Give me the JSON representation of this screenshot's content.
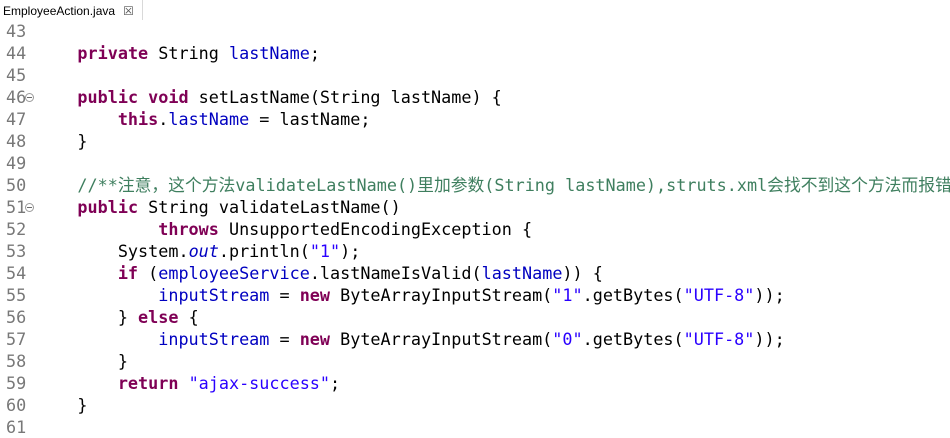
{
  "tab": {
    "title": "EmployeeAction.java",
    "close_symbol": "☒"
  },
  "lines": [
    {
      "num": "43",
      "fold": false,
      "tokens": []
    },
    {
      "num": "44",
      "fold": false,
      "tokens": [
        {
          "t": "    ",
          "c": "plain"
        },
        {
          "t": "private",
          "c": "kw"
        },
        {
          "t": " String ",
          "c": "plain"
        },
        {
          "t": "lastName",
          "c": "fld"
        },
        {
          "t": ";",
          "c": "plain"
        }
      ]
    },
    {
      "num": "45",
      "fold": false,
      "tokens": []
    },
    {
      "num": "46",
      "fold": true,
      "tokens": [
        {
          "t": "    ",
          "c": "plain"
        },
        {
          "t": "public",
          "c": "kw"
        },
        {
          "t": " ",
          "c": "plain"
        },
        {
          "t": "void",
          "c": "kw"
        },
        {
          "t": " setLastName(String lastName) {",
          "c": "plain"
        }
      ]
    },
    {
      "num": "47",
      "fold": false,
      "tokens": [
        {
          "t": "        ",
          "c": "plain"
        },
        {
          "t": "this",
          "c": "kw"
        },
        {
          "t": ".",
          "c": "plain"
        },
        {
          "t": "lastName",
          "c": "fld"
        },
        {
          "t": " = lastName;",
          "c": "plain"
        }
      ]
    },
    {
      "num": "48",
      "fold": false,
      "tokens": [
        {
          "t": "    }",
          "c": "plain"
        }
      ]
    },
    {
      "num": "49",
      "fold": false,
      "tokens": []
    },
    {
      "num": "50",
      "fold": false,
      "tokens": [
        {
          "t": "    ",
          "c": "plain"
        },
        {
          "t": "//**注意，这个方法validateLastName()里加参数(String lastName),struts.xml会找不到这个方法而报错**",
          "c": "cmt"
        }
      ]
    },
    {
      "num": "51",
      "fold": true,
      "tokens": [
        {
          "t": "    ",
          "c": "plain"
        },
        {
          "t": "public",
          "c": "kw"
        },
        {
          "t": " String validateLastName()",
          "c": "plain"
        }
      ]
    },
    {
      "num": "52",
      "fold": false,
      "tokens": [
        {
          "t": "            ",
          "c": "plain"
        },
        {
          "t": "throws",
          "c": "kw"
        },
        {
          "t": " UnsupportedEncodingException {",
          "c": "plain"
        }
      ]
    },
    {
      "num": "53",
      "fold": false,
      "tokens": [
        {
          "t": "        System.",
          "c": "plain"
        },
        {
          "t": "out",
          "c": "stat"
        },
        {
          "t": ".println(",
          "c": "plain"
        },
        {
          "t": "\"1\"",
          "c": "str"
        },
        {
          "t": ");",
          "c": "plain"
        }
      ]
    },
    {
      "num": "54",
      "fold": false,
      "tokens": [
        {
          "t": "        ",
          "c": "plain"
        },
        {
          "t": "if",
          "c": "kw"
        },
        {
          "t": " (",
          "c": "plain"
        },
        {
          "t": "employeeService",
          "c": "fld"
        },
        {
          "t": ".lastNameIsValid(",
          "c": "plain"
        },
        {
          "t": "lastName",
          "c": "fld"
        },
        {
          "t": ")) {",
          "c": "plain"
        }
      ]
    },
    {
      "num": "55",
      "fold": false,
      "tokens": [
        {
          "t": "            ",
          "c": "plain"
        },
        {
          "t": "inputStream",
          "c": "fld"
        },
        {
          "t": " = ",
          "c": "plain"
        },
        {
          "t": "new",
          "c": "kw"
        },
        {
          "t": " ByteArrayInputStream(",
          "c": "plain"
        },
        {
          "t": "\"1\"",
          "c": "str"
        },
        {
          "t": ".getBytes(",
          "c": "plain"
        },
        {
          "t": "\"UTF-8\"",
          "c": "str"
        },
        {
          "t": "));",
          "c": "plain"
        }
      ]
    },
    {
      "num": "56",
      "fold": false,
      "tokens": [
        {
          "t": "        } ",
          "c": "plain"
        },
        {
          "t": "else",
          "c": "kw"
        },
        {
          "t": " {",
          "c": "plain"
        }
      ]
    },
    {
      "num": "57",
      "fold": false,
      "tokens": [
        {
          "t": "            ",
          "c": "plain"
        },
        {
          "t": "inputStream",
          "c": "fld"
        },
        {
          "t": " = ",
          "c": "plain"
        },
        {
          "t": "new",
          "c": "kw"
        },
        {
          "t": " ByteArrayInputStream(",
          "c": "plain"
        },
        {
          "t": "\"0\"",
          "c": "str"
        },
        {
          "t": ".getBytes(",
          "c": "plain"
        },
        {
          "t": "\"UTF-8\"",
          "c": "str"
        },
        {
          "t": "));",
          "c": "plain"
        }
      ]
    },
    {
      "num": "58",
      "fold": false,
      "tokens": [
        {
          "t": "        }",
          "c": "plain"
        }
      ]
    },
    {
      "num": "59",
      "fold": false,
      "tokens": [
        {
          "t": "        ",
          "c": "plain"
        },
        {
          "t": "return",
          "c": "kw"
        },
        {
          "t": " ",
          "c": "plain"
        },
        {
          "t": "\"ajax-success\"",
          "c": "str"
        },
        {
          "t": ";",
          "c": "plain"
        }
      ]
    },
    {
      "num": "60",
      "fold": false,
      "tokens": [
        {
          "t": "    }",
          "c": "plain"
        }
      ]
    },
    {
      "num": "61",
      "fold": false,
      "tokens": []
    }
  ]
}
